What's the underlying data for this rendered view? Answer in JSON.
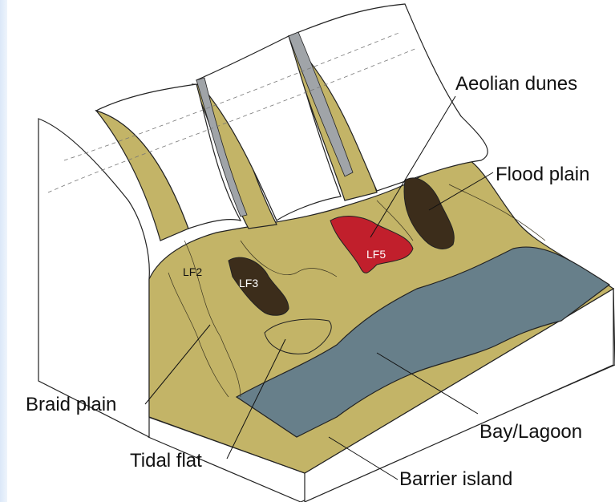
{
  "labels": {
    "aeolian_dunes": "Aeolian dunes",
    "flood_plain": "Flood plain",
    "braid_plain": "Braid plain",
    "tidal_flat": "Tidal flat",
    "bay_lagoon": "Bay/Lagoon",
    "barrier_island": "Barrier island",
    "lf2": "LF2",
    "lf3": "LF3",
    "lf5": "LF5"
  },
  "colors": {
    "sediment": "#c3b467",
    "lagoon": "#677f8a",
    "dune": "#c11f2c",
    "floodplain_patch": "#3c2d1b",
    "mountain": "#ffffff",
    "outline": "#222222",
    "side_strip": "#dbe8f8"
  }
}
